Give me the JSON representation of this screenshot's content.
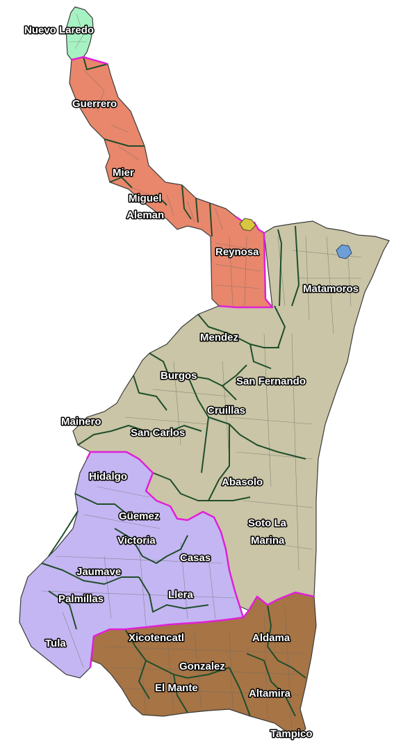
{
  "map": {
    "colors": {
      "nuevo_laredo_region": "#a7f2c2",
      "northern_border_region": "#e8876b",
      "north_east_region": "#c9c5a6",
      "central_west_region": "#c4b6f2",
      "southern_region": "#a67445",
      "region_border": "#e020d8",
      "municipal_border": "#1f4d2b",
      "urban_yellow": "#d8c640",
      "urban_blue": "#6f9fd8"
    },
    "labels": {
      "nuevo_laredo": "Nuevo Laredo",
      "guerrero": "Guerrero",
      "mier": "Mier",
      "miguel": "Miguel",
      "aleman": "Aleman",
      "reynosa": "Reynosa",
      "matamoros": "Matamoros",
      "mendez": "Mendez",
      "burgos": "Burgos",
      "san_fernando": "San Fernando",
      "cruillas": "Cruillas",
      "mainero": "Mainero",
      "san_carlos": "San Carlos",
      "hidalgo": "Hidalgo",
      "abasolo": "Abasolo",
      "guemez": "Güemez",
      "soto_la": "Soto La",
      "marina": "Marina",
      "victoria": "Victoria",
      "casas": "Casas",
      "jaumave": "Jaumave",
      "palmillas": "Palmillas",
      "llera": "Llera",
      "tula": "Tula",
      "xicotencatl": "Xicotencatl",
      "aldama": "Aldama",
      "gonzalez": "Gonzalez",
      "el_mante": "El Mante",
      "altamira": "Altamira",
      "tampico": "Tampico"
    }
  }
}
